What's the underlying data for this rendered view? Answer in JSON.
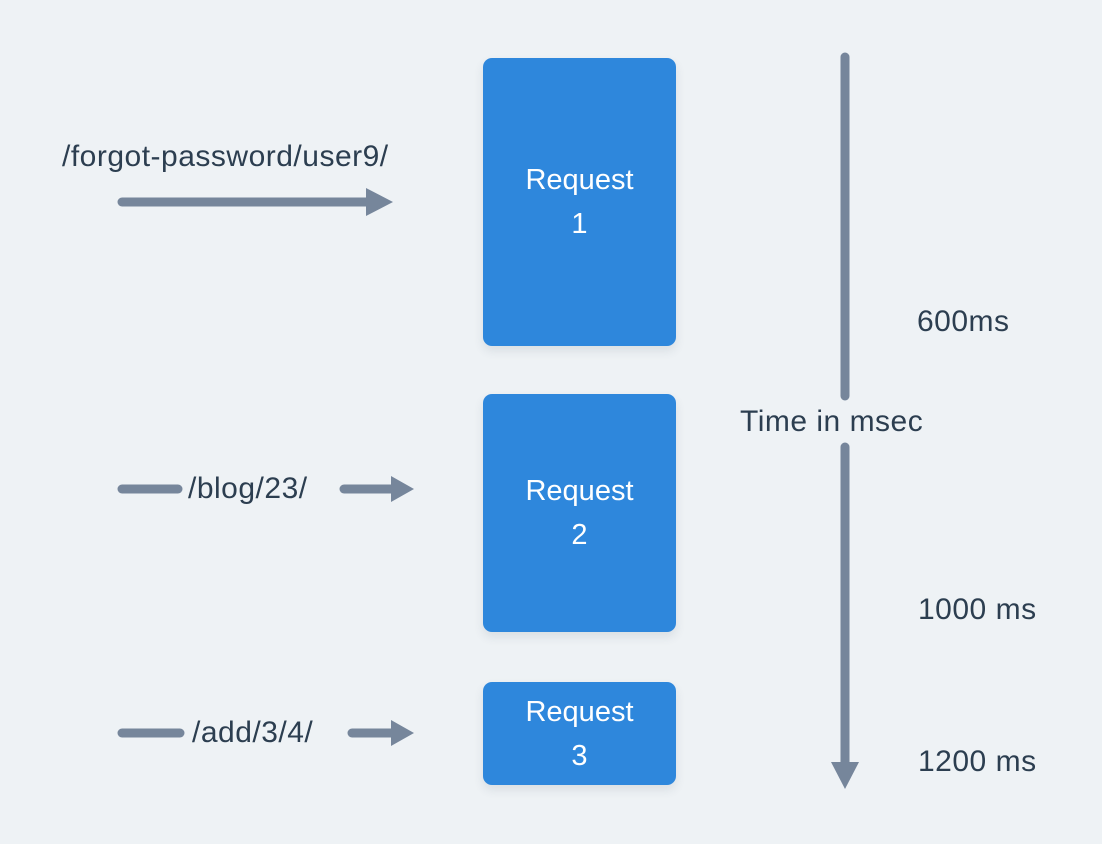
{
  "colors": {
    "background": "#EEF2F5",
    "box_blue": "#2E87DC",
    "arrow_gray": "#76869B",
    "text_dark": "#2C3E50",
    "box_text": "#FFFFFF"
  },
  "requests": [
    {
      "path": "/forgot-password/user9/",
      "box_label": "Request",
      "box_number": "1"
    },
    {
      "path": "/blog/23/",
      "box_label": "Request",
      "box_number": "2"
    },
    {
      "path": "/add/3/4/",
      "box_label": "Request",
      "box_number": "3"
    }
  ],
  "timeline": {
    "axis_label": "Time in msec",
    "markers": [
      "600ms",
      "1000 ms",
      "1200 ms"
    ]
  }
}
